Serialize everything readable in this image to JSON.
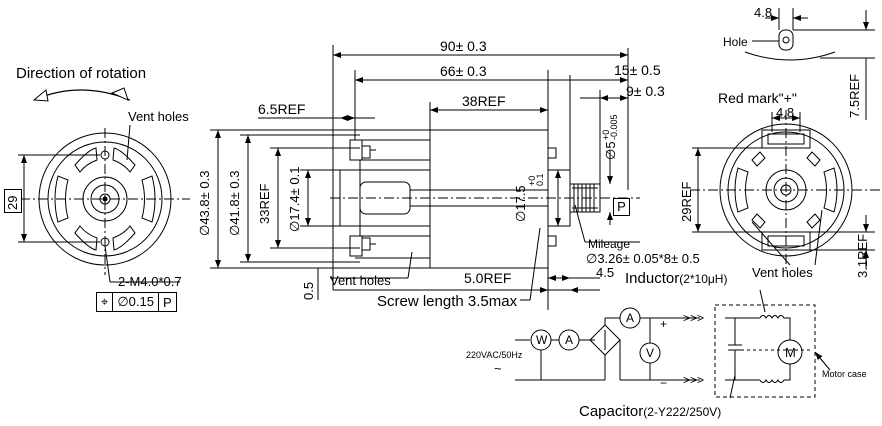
{
  "front_view": {
    "rotation_label": "Direction of rotation",
    "vent_holes_label": "Vent holes",
    "dim_29": "29",
    "mount_label": "2-M4.0*0.7",
    "tol_diameter": "∅0.15",
    "tol_datum": "P"
  },
  "side_view": {
    "dim_overall": "90± 0.3",
    "dim_body": "66± 0.3",
    "dim_shaft_15": "15± 0.5",
    "dim_shaft_9": "9± 0.3",
    "dim_38ref": "38REF",
    "dim_65ref": "6.5REF",
    "dim_dia_438": "∅43.8± 0.3",
    "dim_dia_418": "∅41.8± 0.3",
    "dim_33ref": "33REF",
    "dim_dia_174": "∅17.4± 0.1",
    "dim_dia_175": "∅17.5",
    "dim_dia_175_tol_top": "+0",
    "dim_dia_175_tol_bot": "0.1",
    "dim_dia_5": "∅5",
    "dim_dia_5_tol_top": "+0",
    "dim_dia_5_tol_bot": "-0.005",
    "datum_p": "P",
    "mileage_label": "Mileage",
    "shaft_spec": "∅3.26± 0.05*8± 0.5",
    "dim_45": "4.5",
    "dim_50ref": "5.0REF",
    "dim_05": "0.5",
    "vent_holes_label": "Vent holes",
    "screw_length": "Screw length 3.5max"
  },
  "rear_view": {
    "dim_48_top": "4.8",
    "hole_label": "Hole",
    "red_mark": "Red mark\"+\"",
    "dim_48": "4.8",
    "dim_75ref": "7.5REF",
    "dim_29ref": "29REF",
    "dim_31ref": "3.1REF",
    "vent_holes_label": "Vent holes"
  },
  "circuit": {
    "inductor_label": "Inductor",
    "inductor_spec": "(2*10μH)",
    "capacitor_label": "Capacitor",
    "capacitor_spec": "(2-Y222/250V)",
    "supply_label": "220VAC/50Hz",
    "supply_symbol": "~",
    "motor_case_label": "Motor case",
    "meter_w": "W",
    "meter_a": "A",
    "meter_a2": "A",
    "meter_v": "V",
    "motor_symbol": "M",
    "plus": "+",
    "minus": "−",
    "arrows_top": ">>>",
    "arrows_bottom": ">>>"
  }
}
